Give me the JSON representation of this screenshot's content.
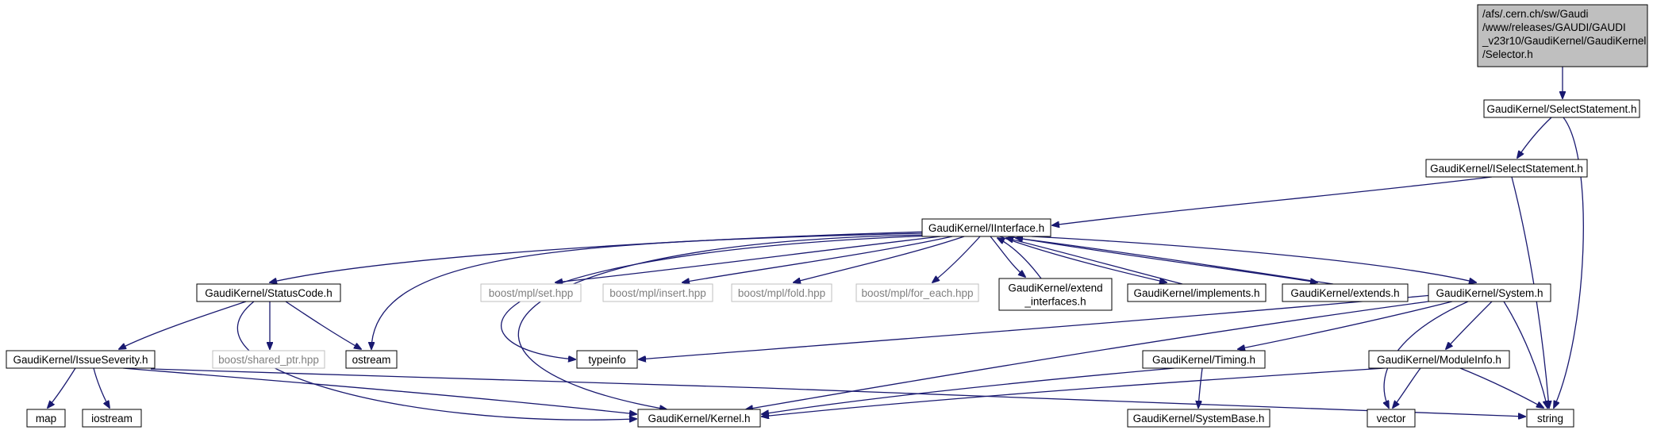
{
  "colors": {
    "edge": "#191970",
    "root_fill": "#bfbfbf",
    "node_border": "#000000",
    "external_border": "#bfbfbf",
    "external_text": "#7f7f7f",
    "text": "#000000"
  },
  "nodes": [
    {
      "id": "selector",
      "lines": [
        "/afs/.cern.ch/sw/Gaudi",
        "/www/releases/GAUDI/GAUDI",
        "_v23r10/GaudiKernel/GaudiKernel",
        "/Selector.h"
      ],
      "kind": "root"
    },
    {
      "id": "selectstatement",
      "lines": [
        "GaudiKernel/SelectStatement.h"
      ],
      "kind": "normal"
    },
    {
      "id": "iselectstatement",
      "lines": [
        "GaudiKernel/ISelectStatement.h"
      ],
      "kind": "normal"
    },
    {
      "id": "iinterface",
      "lines": [
        "GaudiKernel/IInterface.h"
      ],
      "kind": "normal"
    },
    {
      "id": "statuscode",
      "lines": [
        "GaudiKernel/StatusCode.h"
      ],
      "kind": "normal"
    },
    {
      "id": "mplset",
      "lines": [
        "boost/mpl/set.hpp"
      ],
      "kind": "external"
    },
    {
      "id": "mplinsert",
      "lines": [
        "boost/mpl/insert.hpp"
      ],
      "kind": "external"
    },
    {
      "id": "mplfold",
      "lines": [
        "boost/mpl/fold.hpp"
      ],
      "kind": "external"
    },
    {
      "id": "mplforeach",
      "lines": [
        "boost/mpl/for_each.hpp"
      ],
      "kind": "external"
    },
    {
      "id": "extendinterfaces",
      "lines": [
        "GaudiKernel/extend",
        "_interfaces.h"
      ],
      "kind": "normal"
    },
    {
      "id": "implements",
      "lines": [
        "GaudiKernel/implements.h"
      ],
      "kind": "normal"
    },
    {
      "id": "extends",
      "lines": [
        "GaudiKernel/extends.h"
      ],
      "kind": "normal"
    },
    {
      "id": "system",
      "lines": [
        "GaudiKernel/System.h"
      ],
      "kind": "normal"
    },
    {
      "id": "issueseverity",
      "lines": [
        "GaudiKernel/IssueSeverity.h"
      ],
      "kind": "normal"
    },
    {
      "id": "sharedptr",
      "lines": [
        "boost/shared_ptr.hpp"
      ],
      "kind": "external"
    },
    {
      "id": "ostream",
      "lines": [
        "ostream"
      ],
      "kind": "normal"
    },
    {
      "id": "typeinfo",
      "lines": [
        "typeinfo"
      ],
      "kind": "normal"
    },
    {
      "id": "timing",
      "lines": [
        "GaudiKernel/Timing.h"
      ],
      "kind": "normal"
    },
    {
      "id": "moduleinfo",
      "lines": [
        "GaudiKernel/ModuleInfo.h"
      ],
      "kind": "normal"
    },
    {
      "id": "map",
      "lines": [
        "map"
      ],
      "kind": "normal"
    },
    {
      "id": "iostream",
      "lines": [
        "iostream"
      ],
      "kind": "normal"
    },
    {
      "id": "kernel",
      "lines": [
        "GaudiKernel/Kernel.h"
      ],
      "kind": "normal"
    },
    {
      "id": "systembase",
      "lines": [
        "GaudiKernel/SystemBase.h"
      ],
      "kind": "normal"
    },
    {
      "id": "vector",
      "lines": [
        "vector"
      ],
      "kind": "normal"
    },
    {
      "id": "string",
      "lines": [
        "string"
      ],
      "kind": "normal"
    }
  ],
  "edges": [
    {
      "from": "selector",
      "to": "selectstatement"
    },
    {
      "from": "selectstatement",
      "to": "iselectstatement"
    },
    {
      "from": "selectstatement",
      "to": "string"
    },
    {
      "from": "iselectstatement",
      "to": "iinterface"
    },
    {
      "from": "iselectstatement",
      "to": "string"
    },
    {
      "from": "iinterface",
      "to": "statuscode"
    },
    {
      "from": "iinterface",
      "to": "ostream"
    },
    {
      "from": "iinterface",
      "to": "kernel"
    },
    {
      "from": "iinterface",
      "to": "typeinfo"
    },
    {
      "from": "iinterface",
      "to": "mplset"
    },
    {
      "from": "iinterface",
      "to": "mplinsert"
    },
    {
      "from": "iinterface",
      "to": "mplfold"
    },
    {
      "from": "iinterface",
      "to": "mplforeach"
    },
    {
      "from": "iinterface",
      "to": "extendinterfaces"
    },
    {
      "from": "extendinterfaces",
      "to": "iinterface"
    },
    {
      "from": "iinterface",
      "to": "implements"
    },
    {
      "from": "implements",
      "to": "iinterface"
    },
    {
      "from": "iinterface",
      "to": "extends"
    },
    {
      "from": "extends",
      "to": "iinterface"
    },
    {
      "from": "iinterface",
      "to": "system"
    },
    {
      "from": "statuscode",
      "to": "issueseverity"
    },
    {
      "from": "statuscode",
      "to": "sharedptr"
    },
    {
      "from": "statuscode",
      "to": "ostream"
    },
    {
      "from": "statuscode",
      "to": "kernel"
    },
    {
      "from": "issueseverity",
      "to": "map"
    },
    {
      "from": "issueseverity",
      "to": "iostream"
    },
    {
      "from": "issueseverity",
      "to": "kernel"
    },
    {
      "from": "issueseverity",
      "to": "string"
    },
    {
      "from": "system",
      "to": "typeinfo"
    },
    {
      "from": "system",
      "to": "timing"
    },
    {
      "from": "system",
      "to": "kernel"
    },
    {
      "from": "system",
      "to": "moduleinfo"
    },
    {
      "from": "system",
      "to": "vector"
    },
    {
      "from": "system",
      "to": "string"
    },
    {
      "from": "timing",
      "to": "kernel"
    },
    {
      "from": "timing",
      "to": "systembase"
    },
    {
      "from": "moduleinfo",
      "to": "kernel"
    },
    {
      "from": "moduleinfo",
      "to": "vector"
    },
    {
      "from": "moduleinfo",
      "to": "string"
    }
  ]
}
